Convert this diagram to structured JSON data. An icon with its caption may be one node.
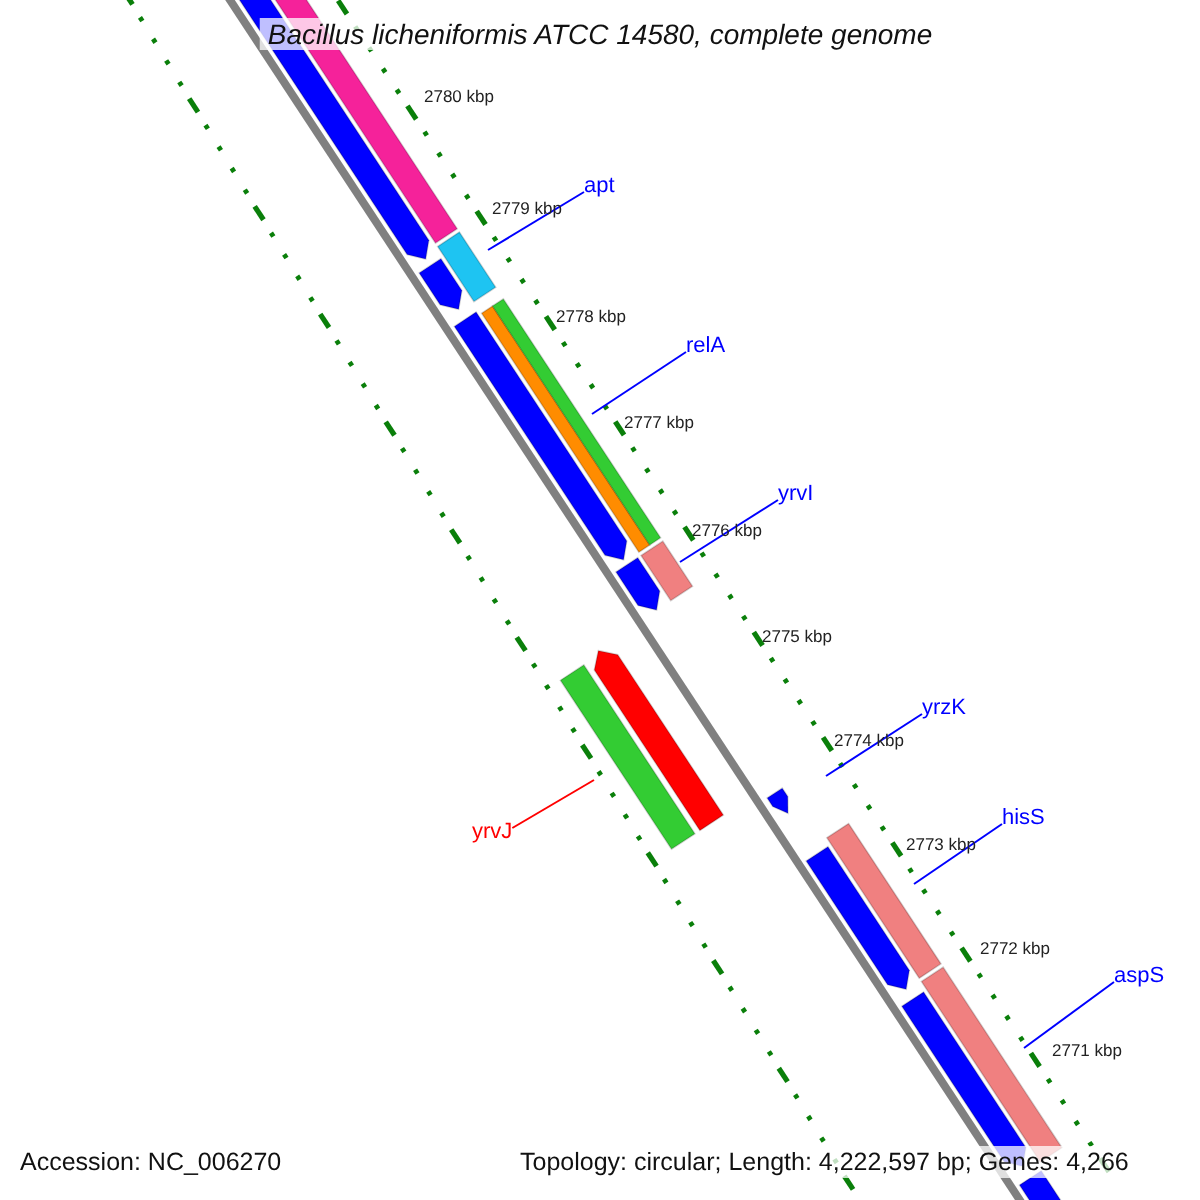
{
  "diagram": {
    "title": "Bacillus licheniformis ATCC 14580, complete genome",
    "nodes": [
      {
        "text": [
          "apt"
        ]
      },
      {
        "text": [
          "relA"
        ]
      },
      {
        "text": [
          "yrvI"
        ]
      },
      {
        "text": [
          "yrzK"
        ]
      },
      {
        "text": [
          "hisS"
        ]
      },
      {
        "text": [
          "aspS"
        ]
      },
      {
        "text": [
          "yrvJ"
        ]
      }
    ],
    "edges": [
      {
        "from": 0,
        "to": null,
        "arrow": "none"
      },
      {
        "from": 1,
        "to": null,
        "arrow": "none"
      },
      {
        "from": 2,
        "to": null,
        "arrow": "none"
      },
      {
        "from": 3,
        "to": null,
        "arrow": "none"
      },
      {
        "from": 4,
        "to": null,
        "arrow": "none"
      },
      {
        "from": 5,
        "to": null,
        "arrow": "none"
      },
      {
        "from": 6,
        "to": null,
        "arrow": "none",
        "color": "#ff0000"
      }
    ],
    "labels": [
      "2780 kbp",
      "2779 kbp",
      "2778 kbp",
      "2777 kbp",
      "2776 kbp",
      "2775 kbp",
      "2774 kbp",
      "2773 kbp",
      "2772 kbp",
      "2771 kbp",
      "Accession: NC_006270",
      "Topology: circular; Length: 4,222,597 bp; Genes: 4,266"
    ]
  }
}
